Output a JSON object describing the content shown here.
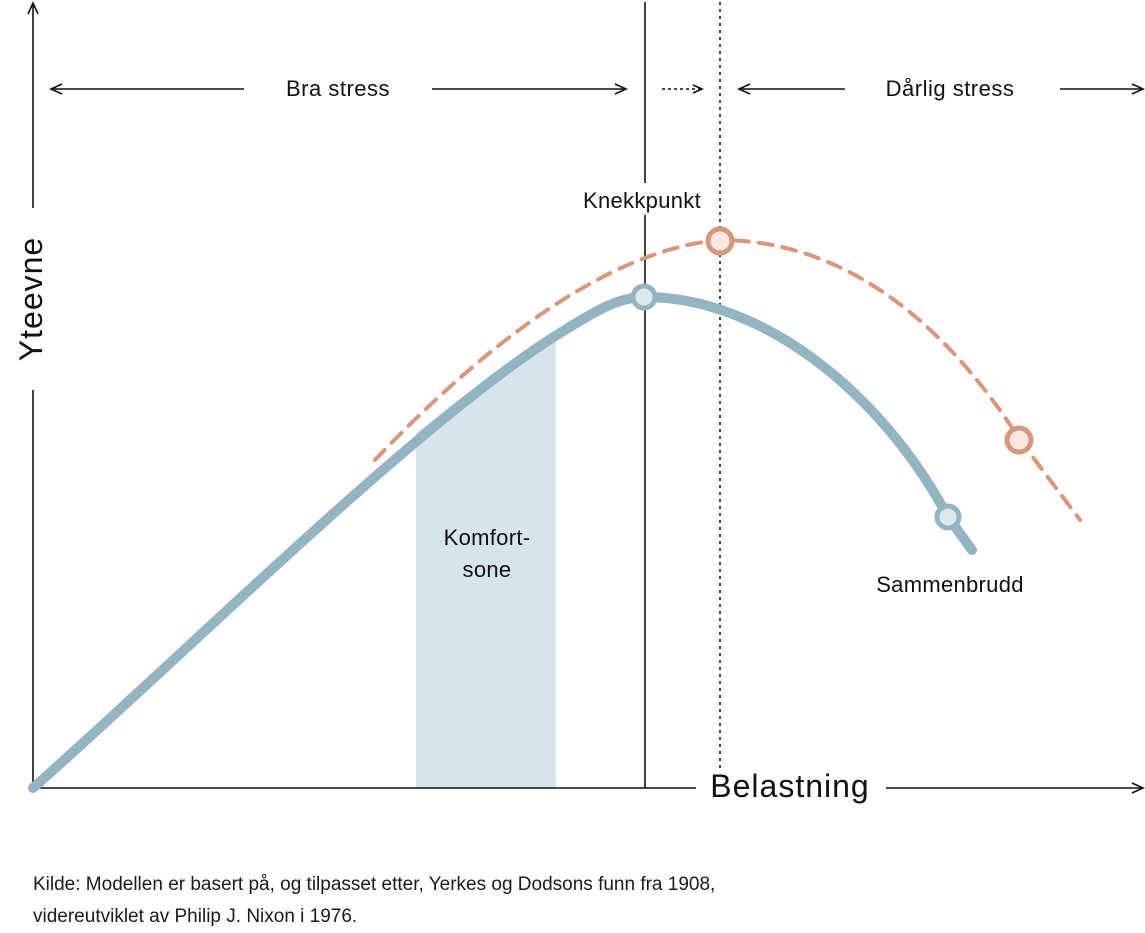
{
  "diagram": {
    "y_axis_label": "Yteevne",
    "x_axis_label": "Belastning",
    "zones": {
      "good_stress": "Bra stress",
      "bad_stress": "Dårlig stress"
    },
    "comfort_zone": {
      "line1": "Komfort-",
      "line2": "sone"
    },
    "breaking_point_label": "Knekkpunkt",
    "breakdown_label": "Sammenbrudd"
  },
  "source": {
    "line1": "Kilde: Modellen er basert på, og tilpasset etter, Yerkes og Dodsons funn fra 1908,",
    "line2": "videreutviklet av Philip J. Nixon i 1976."
  },
  "colors": {
    "main_curve": "#93b5c1",
    "dashed_curve": "#d8967a",
    "comfort_zone": "#d6e4ec",
    "marker_fill_blue": "#dde8ee",
    "marker_fill_orange": "#fbe9df",
    "ink": "#111111"
  }
}
